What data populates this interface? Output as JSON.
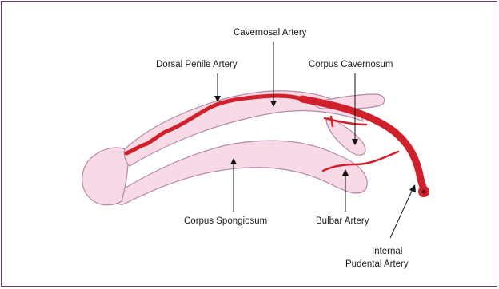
{
  "labels": {
    "cavernosal_artery": "Cavernosal Artery",
    "dorsal_penile_artery": "Dorsal Penile Artery",
    "corpus_cavernosum": "Corpus Cavernosum",
    "corpus_spongiosum": "Corpus Spongiosum",
    "bulbar_artery": "Bulbar Artery",
    "internal_pudental_line1": "Internal",
    "internal_pudental_line2": "Pudental Artery"
  },
  "colors": {
    "border": "#6b3a7a",
    "tissue_fill": "#f8d9e6",
    "tissue_stroke": "#b48aa6",
    "artery": "#d0202b",
    "text": "#1a1a1a"
  }
}
